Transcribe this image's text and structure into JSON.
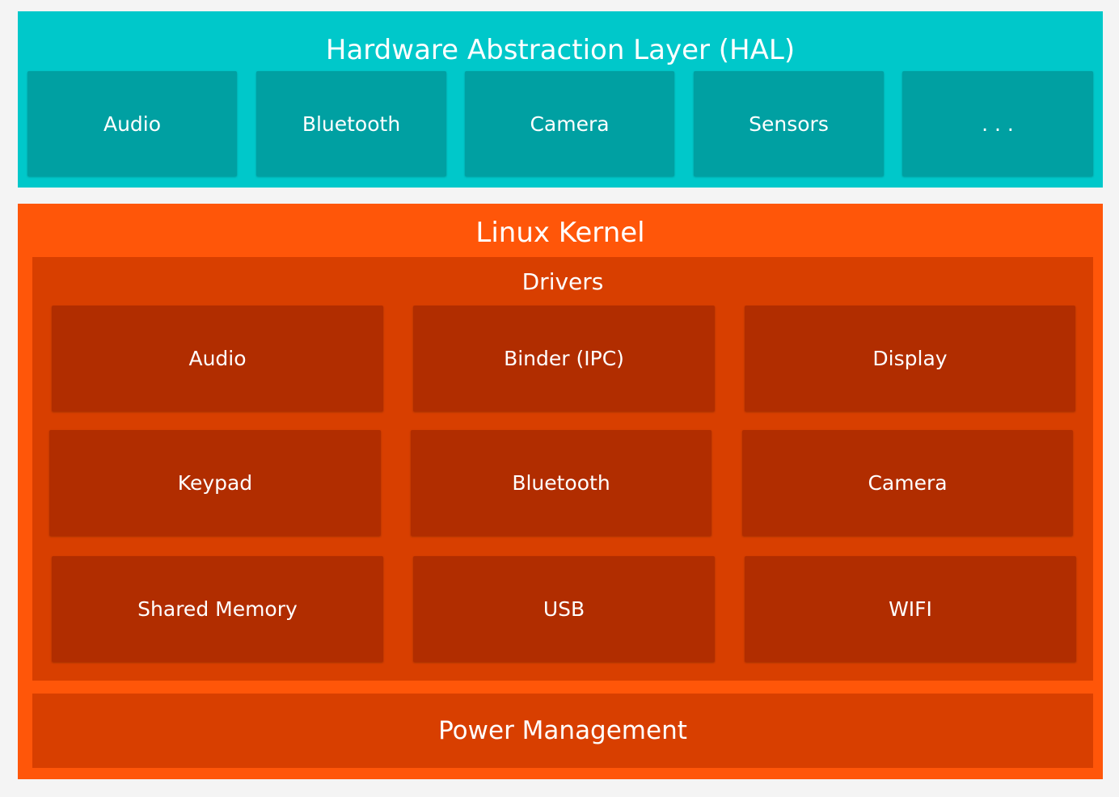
{
  "hal": {
    "title": "Hardware Abstraction Layer (HAL)",
    "modules": [
      "Audio",
      "Bluetooth",
      "Camera",
      "Sensors",
      ". . ."
    ]
  },
  "kernel": {
    "title": "Linux Kernel",
    "drivers": {
      "title": "Drivers",
      "items": [
        "Audio",
        "Binder (IPC)",
        "Display",
        "Keypad",
        "Bluetooth",
        "Camera",
        "Shared Memory",
        "USB",
        "WIFI"
      ]
    },
    "power_management": "Power Management"
  },
  "colors": {
    "background": "#f4f4f4",
    "hal_layer": "#00c8ca",
    "hal_module": "#00a0a2",
    "kernel_layer": "#ff5609",
    "drivers_group": "#d83f00",
    "driver_box": "#b12d00",
    "text": "#ffffff"
  }
}
